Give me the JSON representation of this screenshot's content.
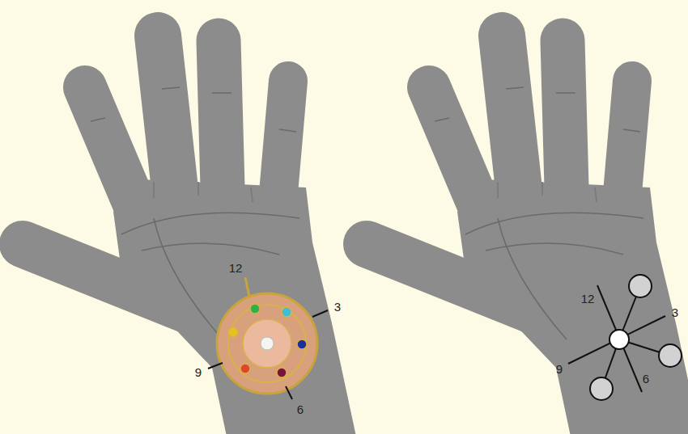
{
  "diagram": {
    "labels": [
      "12",
      "3",
      "9",
      "6",
      "12",
      "3",
      "9",
      "6"
    ]
  }
}
